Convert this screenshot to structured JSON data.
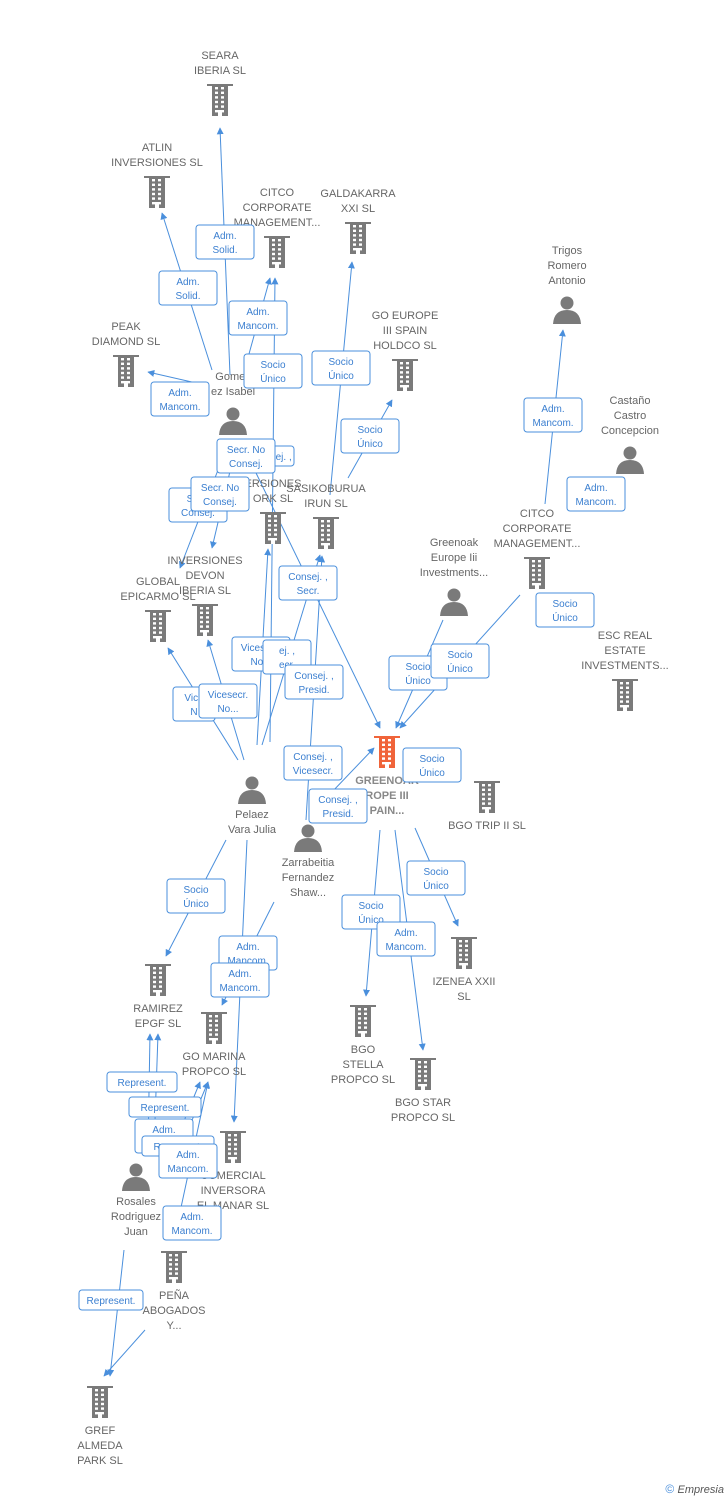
{
  "main_node": "greenoak",
  "nodes": [
    {
      "id": "seara",
      "type": "company",
      "label": [
        "SEARA",
        "IBERIA  SL"
      ]
    },
    {
      "id": "atlin",
      "type": "company",
      "label": [
        "ATLIN",
        "INVERSIONES SL"
      ]
    },
    {
      "id": "citco1",
      "type": "company",
      "label": [
        "CITCO",
        "CORPORATE",
        "MANAGEMENT..."
      ]
    },
    {
      "id": "galdakarra",
      "type": "company",
      "label": [
        "GALDAKARRA",
        "XXI  SL"
      ]
    },
    {
      "id": "trigos",
      "type": "person",
      "label": [
        "Trigos",
        "Romero",
        "Antonio"
      ]
    },
    {
      "id": "goeurope",
      "type": "company",
      "label": [
        "GO EUROPE",
        "III SPAIN",
        "HOLDCO  SL"
      ]
    },
    {
      "id": "peak",
      "type": "company",
      "label": [
        "PEAK",
        "DIAMOND SL"
      ]
    },
    {
      "id": "gomez",
      "type": "person",
      "label": [
        "Gomez",
        "ez Isabel"
      ]
    },
    {
      "id": "castano",
      "type": "person",
      "label": [
        "Castaño",
        "Castro",
        "Concepcion"
      ]
    },
    {
      "id": "sasikoburua",
      "type": "company",
      "label": [
        "SASIKOBURUA",
        "IRUN  SL"
      ]
    },
    {
      "id": "inversionesyork",
      "type": "company",
      "label": [
        "ERSIONES",
        "ORK  SL"
      ]
    },
    {
      "id": "citco2",
      "type": "company",
      "label": [
        "CITCO",
        "CORPORATE",
        "MANAGEMENT..."
      ]
    },
    {
      "id": "greenoakpriv",
      "type": "person",
      "label": [
        "Greenoak",
        "Europe Iii",
        "Investments..."
      ]
    },
    {
      "id": "devon",
      "type": "company",
      "label": [
        "INVERSIONES",
        "DEVON",
        "IBERIA SL"
      ]
    },
    {
      "id": "global",
      "type": "company",
      "label": [
        "GLOBAL",
        "EPICARMO SL"
      ]
    },
    {
      "id": "esc",
      "type": "company",
      "label": [
        "ESC REAL",
        "ESTATE",
        "INVESTMENTS..."
      ]
    },
    {
      "id": "greenoak",
      "type": "company",
      "label": [
        "GREENOAK",
        "ROPE III",
        "PAIN..."
      ],
      "main": true
    },
    {
      "id": "pelaez",
      "type": "person",
      "label": [
        "Pelaez",
        "Vara Julia"
      ]
    },
    {
      "id": "bgotrip",
      "type": "company",
      "label": [
        "BGO TRIP II  SL"
      ]
    },
    {
      "id": "zarrabeitia",
      "type": "person",
      "label": [
        "Zarrabeitia",
        "Fernandez",
        "Shaw..."
      ]
    },
    {
      "id": "izenea",
      "type": "company",
      "label": [
        "IZENEA XXII",
        "SL"
      ]
    },
    {
      "id": "ramirez",
      "type": "company",
      "label": [
        "RAMIREZ",
        "EPGF SL"
      ]
    },
    {
      "id": "gomarina",
      "type": "company",
      "label": [
        "GO MARINA",
        "PROPCO  SL"
      ]
    },
    {
      "id": "bgostella",
      "type": "company",
      "label": [
        "BGO",
        "STELLA",
        "PROPCO  SL"
      ]
    },
    {
      "id": "bgostar",
      "type": "company",
      "label": [
        "BGO STAR",
        "PROPCO  SL"
      ]
    },
    {
      "id": "comercial",
      "type": "company",
      "label": [
        "COMERCIAL",
        "INVERSORA",
        "EL MANAR SL"
      ]
    },
    {
      "id": "rosales",
      "type": "person",
      "label": [
        "Rosales",
        "Rodriguez",
        "Juan"
      ]
    },
    {
      "id": "pena",
      "type": "company",
      "label": [
        "PEÑA",
        "ABOGADOS",
        "Y..."
      ]
    },
    {
      "id": "gref",
      "type": "company",
      "label": [
        "GREF",
        "ALMEDA",
        "PARK  SL"
      ]
    }
  ],
  "relations": [
    {
      "id": "r1",
      "label": [
        "Adm.",
        "Solid."
      ]
    },
    {
      "id": "r2",
      "label": [
        "Adm.",
        "Solid."
      ]
    },
    {
      "id": "r3",
      "label": [
        "Adm.",
        "Mancom."
      ]
    },
    {
      "id": "r4",
      "label": [
        "Adm.",
        "Mancom."
      ]
    },
    {
      "id": "r5",
      "label": [
        "Socio",
        "Único"
      ]
    },
    {
      "id": "r6",
      "label": [
        "Socio",
        "Único"
      ]
    },
    {
      "id": "r7",
      "label": [
        "Socio",
        "Único"
      ]
    },
    {
      "id": "r8",
      "label": [
        "Adm.",
        "Mancom."
      ]
    },
    {
      "id": "r9",
      "label": [
        "Adm.",
        "Mancom."
      ]
    },
    {
      "id": "r10",
      "label": [
        "Consej. ,",
        ""
      ]
    },
    {
      "id": "r11",
      "label": [
        "Secr.  No",
        "Consej."
      ]
    },
    {
      "id": "r12",
      "label": [
        "Secr.",
        "Consej."
      ]
    },
    {
      "id": "r13",
      "label": [
        "Secr.  No",
        "Consej."
      ]
    },
    {
      "id": "r14",
      "label": [
        "Consej. ,",
        "Secr."
      ]
    },
    {
      "id": "r15",
      "label": [
        "Socio",
        "Único"
      ]
    },
    {
      "id": "r16",
      "label": [
        "Vicesecr.",
        "No..."
      ]
    },
    {
      "id": "r17",
      "label": [
        "ej. ,",
        "ecr."
      ]
    },
    {
      "id": "r18",
      "label": [
        "Consej. ,",
        "Presid."
      ]
    },
    {
      "id": "r19",
      "label": [
        "Vice",
        "N"
      ]
    },
    {
      "id": "r20",
      "label": [
        "Vicesecr.",
        "No..."
      ]
    },
    {
      "id": "r21",
      "label": [
        "Socio",
        "Único"
      ]
    },
    {
      "id": "r22",
      "label": [
        "Socio",
        "Único"
      ]
    },
    {
      "id": "r23",
      "label": [
        "Consej. ,",
        "Vicesecr."
      ]
    },
    {
      "id": "r24",
      "label": [
        "Socio",
        "Único"
      ]
    },
    {
      "id": "r25",
      "label": [
        "Consej. ,",
        "Presid."
      ]
    },
    {
      "id": "r26",
      "label": [
        "Socio",
        "Único"
      ]
    },
    {
      "id": "r27",
      "label": [
        "Adm.",
        "Mancom."
      ]
    },
    {
      "id": "r28",
      "label": [
        "Socio",
        "Único"
      ]
    },
    {
      "id": "r29",
      "label": [
        "Socio",
        "Único"
      ]
    },
    {
      "id": "r30",
      "label": [
        "Adm.",
        "Mancom."
      ]
    },
    {
      "id": "r31",
      "label": [
        "Adm.",
        "Mancom."
      ]
    },
    {
      "id": "r32",
      "label": [
        "Represent.",
        ""
      ]
    },
    {
      "id": "r33",
      "label": [
        "Represent.",
        ""
      ]
    },
    {
      "id": "r34",
      "label": [
        "Adm.",
        "Mancom."
      ]
    },
    {
      "id": "r35",
      "label": [
        "Represent.",
        ""
      ]
    },
    {
      "id": "r36",
      "label": [
        "Adm.",
        "Mancom."
      ]
    },
    {
      "id": "r37",
      "label": [
        "Represent.",
        ""
      ]
    },
    {
      "id": "r38",
      "label": [
        "Adm.",
        "Mancom."
      ]
    }
  ],
  "copyright": {
    "symbol": "©",
    "brand": "Empresia"
  }
}
